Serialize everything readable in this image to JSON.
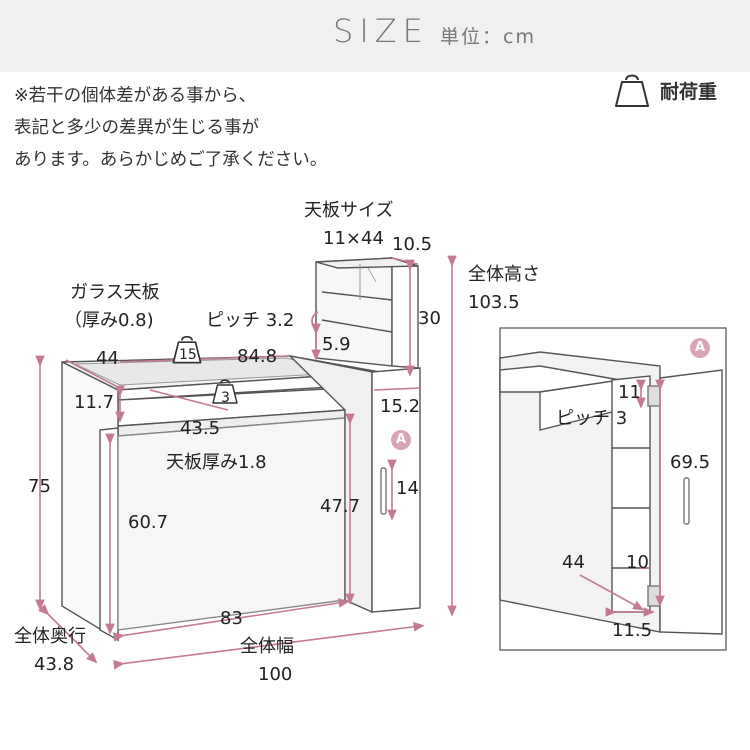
{
  "header": {
    "title": "SIZE",
    "unit": "単位：cm"
  },
  "note": "※若干の個体差がある事から、\n表記と多少の差異が生じる事が\nあります。あらかじめご了承ください。",
  "load_legend": {
    "label": "耐荷重",
    "icon": "weight-icon"
  },
  "labels": {
    "top_size_title": "天板サイズ",
    "top_size_value": "11×44",
    "depth_10_5": "10.5",
    "height_30": "30",
    "total_height_title": "全体高さ",
    "total_height_value": "103.5",
    "glass_title": "ガラス天板",
    "glass_thickness": "（厚み0.8)",
    "pitch_label": "ピッチ 3.2",
    "w44": "44",
    "w84_8": "84.8",
    "h5_9": "5.9",
    "h11_7": "11.7",
    "w15_2": "15.2",
    "w43_5": "43.5",
    "top_thickness": "天板厚み1.8",
    "h75": "75",
    "h60_7": "60.7",
    "h47_7": "47.7",
    "h14": "14",
    "w83": "83",
    "total_depth_title": "全体奥行",
    "total_depth_value": "43.8",
    "total_width_title": "全体幅",
    "total_width_value": "100",
    "load_15": "15",
    "load_3": "3",
    "badge_a": "A",
    "detail": {
      "h11": "11",
      "pitch3": "ピッチ 3",
      "h69_5": "69.5",
      "d44": "44",
      "d10": "10",
      "w11_5": "11.5",
      "badge_a": "A"
    }
  },
  "colors": {
    "dimension": "#c47a93",
    "badge": "#d9a3b4",
    "outline": "#555555",
    "header_bg": "#f0f0f0"
  }
}
